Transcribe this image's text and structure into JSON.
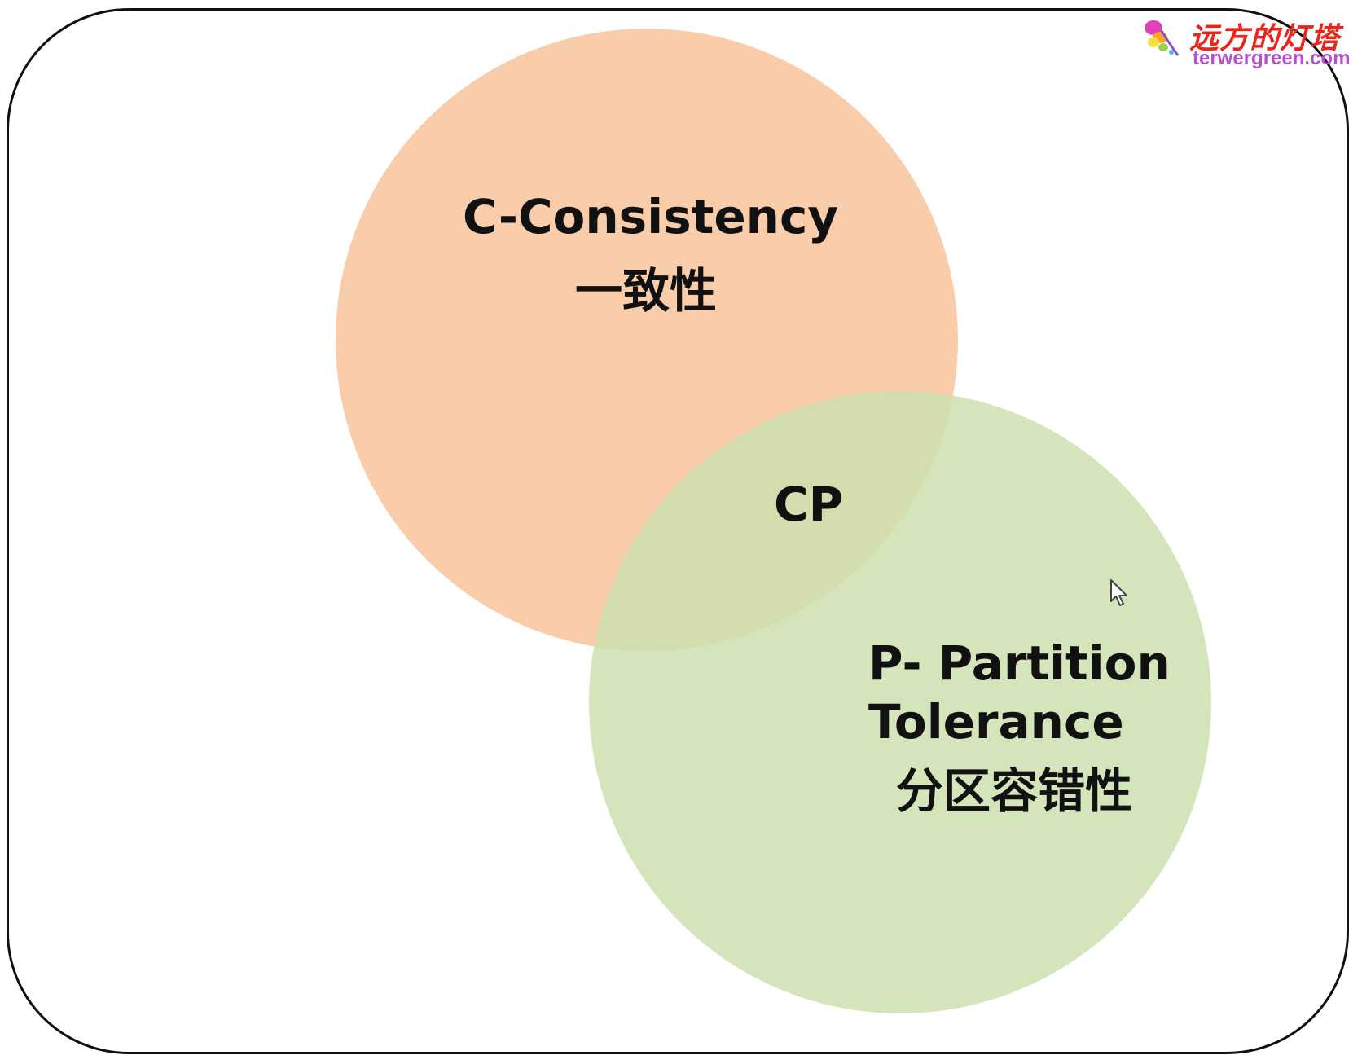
{
  "diagram": {
    "consistency": {
      "title": "C-Consistency",
      "subtitle": "一致性",
      "color": "#f9ccaa"
    },
    "intersection": {
      "label": "CP"
    },
    "partition": {
      "title_line1": "P- Partition",
      "title_line2": "Tolerance",
      "subtitle": "分区容错性",
      "color": "#cddfaf"
    }
  },
  "watermark": {
    "cn_text": "远方的灯塔",
    "en_text": "terwergreen.com"
  }
}
